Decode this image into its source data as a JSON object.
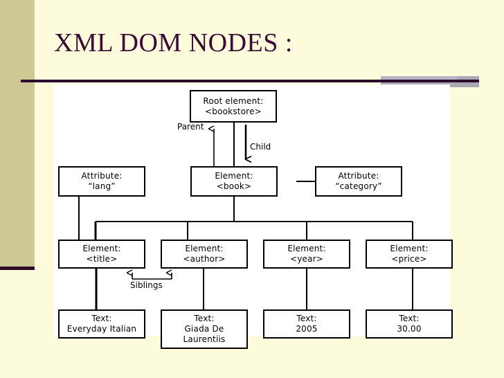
{
  "slide": {
    "title": "XML DOM NODES :",
    "accent_color": "#3a0a35",
    "background_color": "#fcfbdc",
    "band_color": "#cdc894",
    "gray_bar_color": "#a9a8b4",
    "panel_background": "#ffffff"
  },
  "diagram": {
    "type": "tree",
    "line_color": "#000000",
    "nodes": {
      "root": {
        "line1": "Root element:",
        "line2": "<bookstore>"
      },
      "attr_lang": {
        "line1": "Attribute:",
        "line2": "“lang”"
      },
      "elem_book": {
        "line1": "Element:",
        "line2": "<book>"
      },
      "attr_category": {
        "line1": "Attribute:",
        "line2": "“category”"
      },
      "elem_title": {
        "line1": "Element:",
        "line2": "<title>"
      },
      "elem_author": {
        "line1": "Element:",
        "line2": "<author>"
      },
      "elem_year": {
        "line1": "Element:",
        "line2": "<year>"
      },
      "elem_price": {
        "line1": "Element:",
        "line2": "<price>"
      },
      "text_title": {
        "line1": "Text:",
        "line2": "Everyday Italian",
        "line3": ""
      },
      "text_author": {
        "line1": "Text:",
        "line2": "Giada De",
        "line3": "Laurentiis"
      },
      "text_year": {
        "line1": "Text:",
        "line2": "2005",
        "line3": ""
      },
      "text_price": {
        "line1": "Text:",
        "line2": "30.00",
        "line3": ""
      }
    },
    "edge_labels": {
      "parent": "Parent",
      "child": "Child",
      "siblings": "Siblings"
    }
  }
}
